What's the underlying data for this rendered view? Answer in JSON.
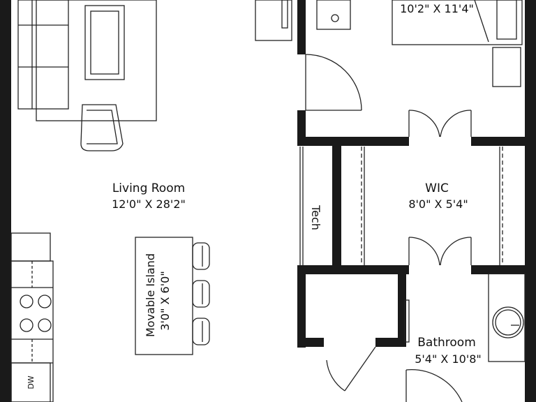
{
  "rooms": {
    "bedroom": {
      "dims": "10'2\" X 11'4\""
    },
    "living_room": {
      "name": "Living Room",
      "dims": "12'0\" X 28'2\""
    },
    "wic": {
      "name": "WIC",
      "dims": "8'0\" X 5'4\""
    },
    "tech": {
      "name": "Tech"
    },
    "bathroom": {
      "name": "Bathroom",
      "dims": "5'4\" X 10'8\""
    }
  },
  "island": {
    "name": "Movable Island",
    "dims": "3'0\" X 6'0\""
  },
  "appliances": {
    "dishwasher": "DW"
  },
  "colors": {
    "wall": "#1a1a1a",
    "line": "#222222",
    "background": "#ffffff"
  }
}
